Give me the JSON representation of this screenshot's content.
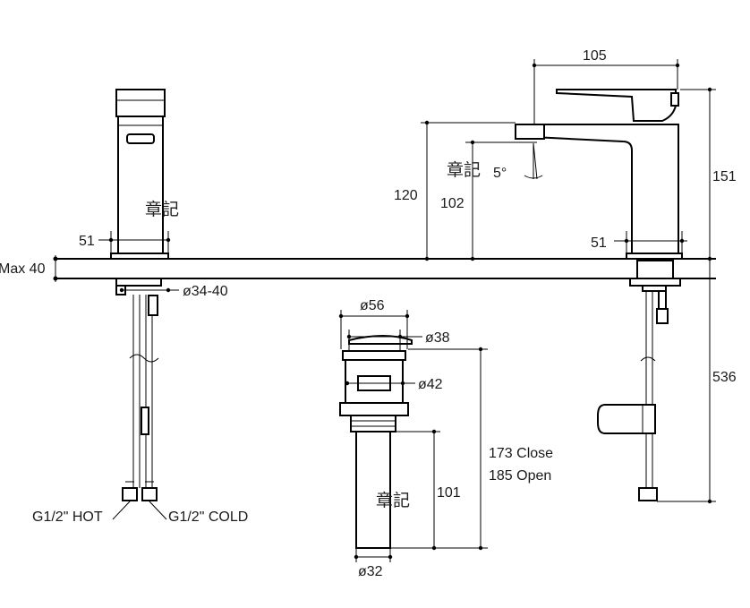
{
  "dimensions": {
    "spout_reach": "105",
    "total_height": "151",
    "spout_height": "120",
    "outlet_height": "102",
    "spout_angle": "5°",
    "base_width_left": "51",
    "base_width_right": "51",
    "max_deck": "Max 40",
    "hole_diameter": "ø34-40",
    "waste_flange": "ø56",
    "waste_plug": "ø38",
    "waste_thread": "ø42",
    "waste_body": "ø32",
    "waste_length_close": "173 Close",
    "waste_length_open": "185 Open",
    "waste_tail": "101",
    "hose_length": "536"
  },
  "connections": {
    "hot": "G1/2\" HOT",
    "cold": "G1/2\" COLD"
  },
  "stamps": {
    "stamp_1": "章記",
    "stamp_2": "章記",
    "stamp_3": "章記"
  }
}
